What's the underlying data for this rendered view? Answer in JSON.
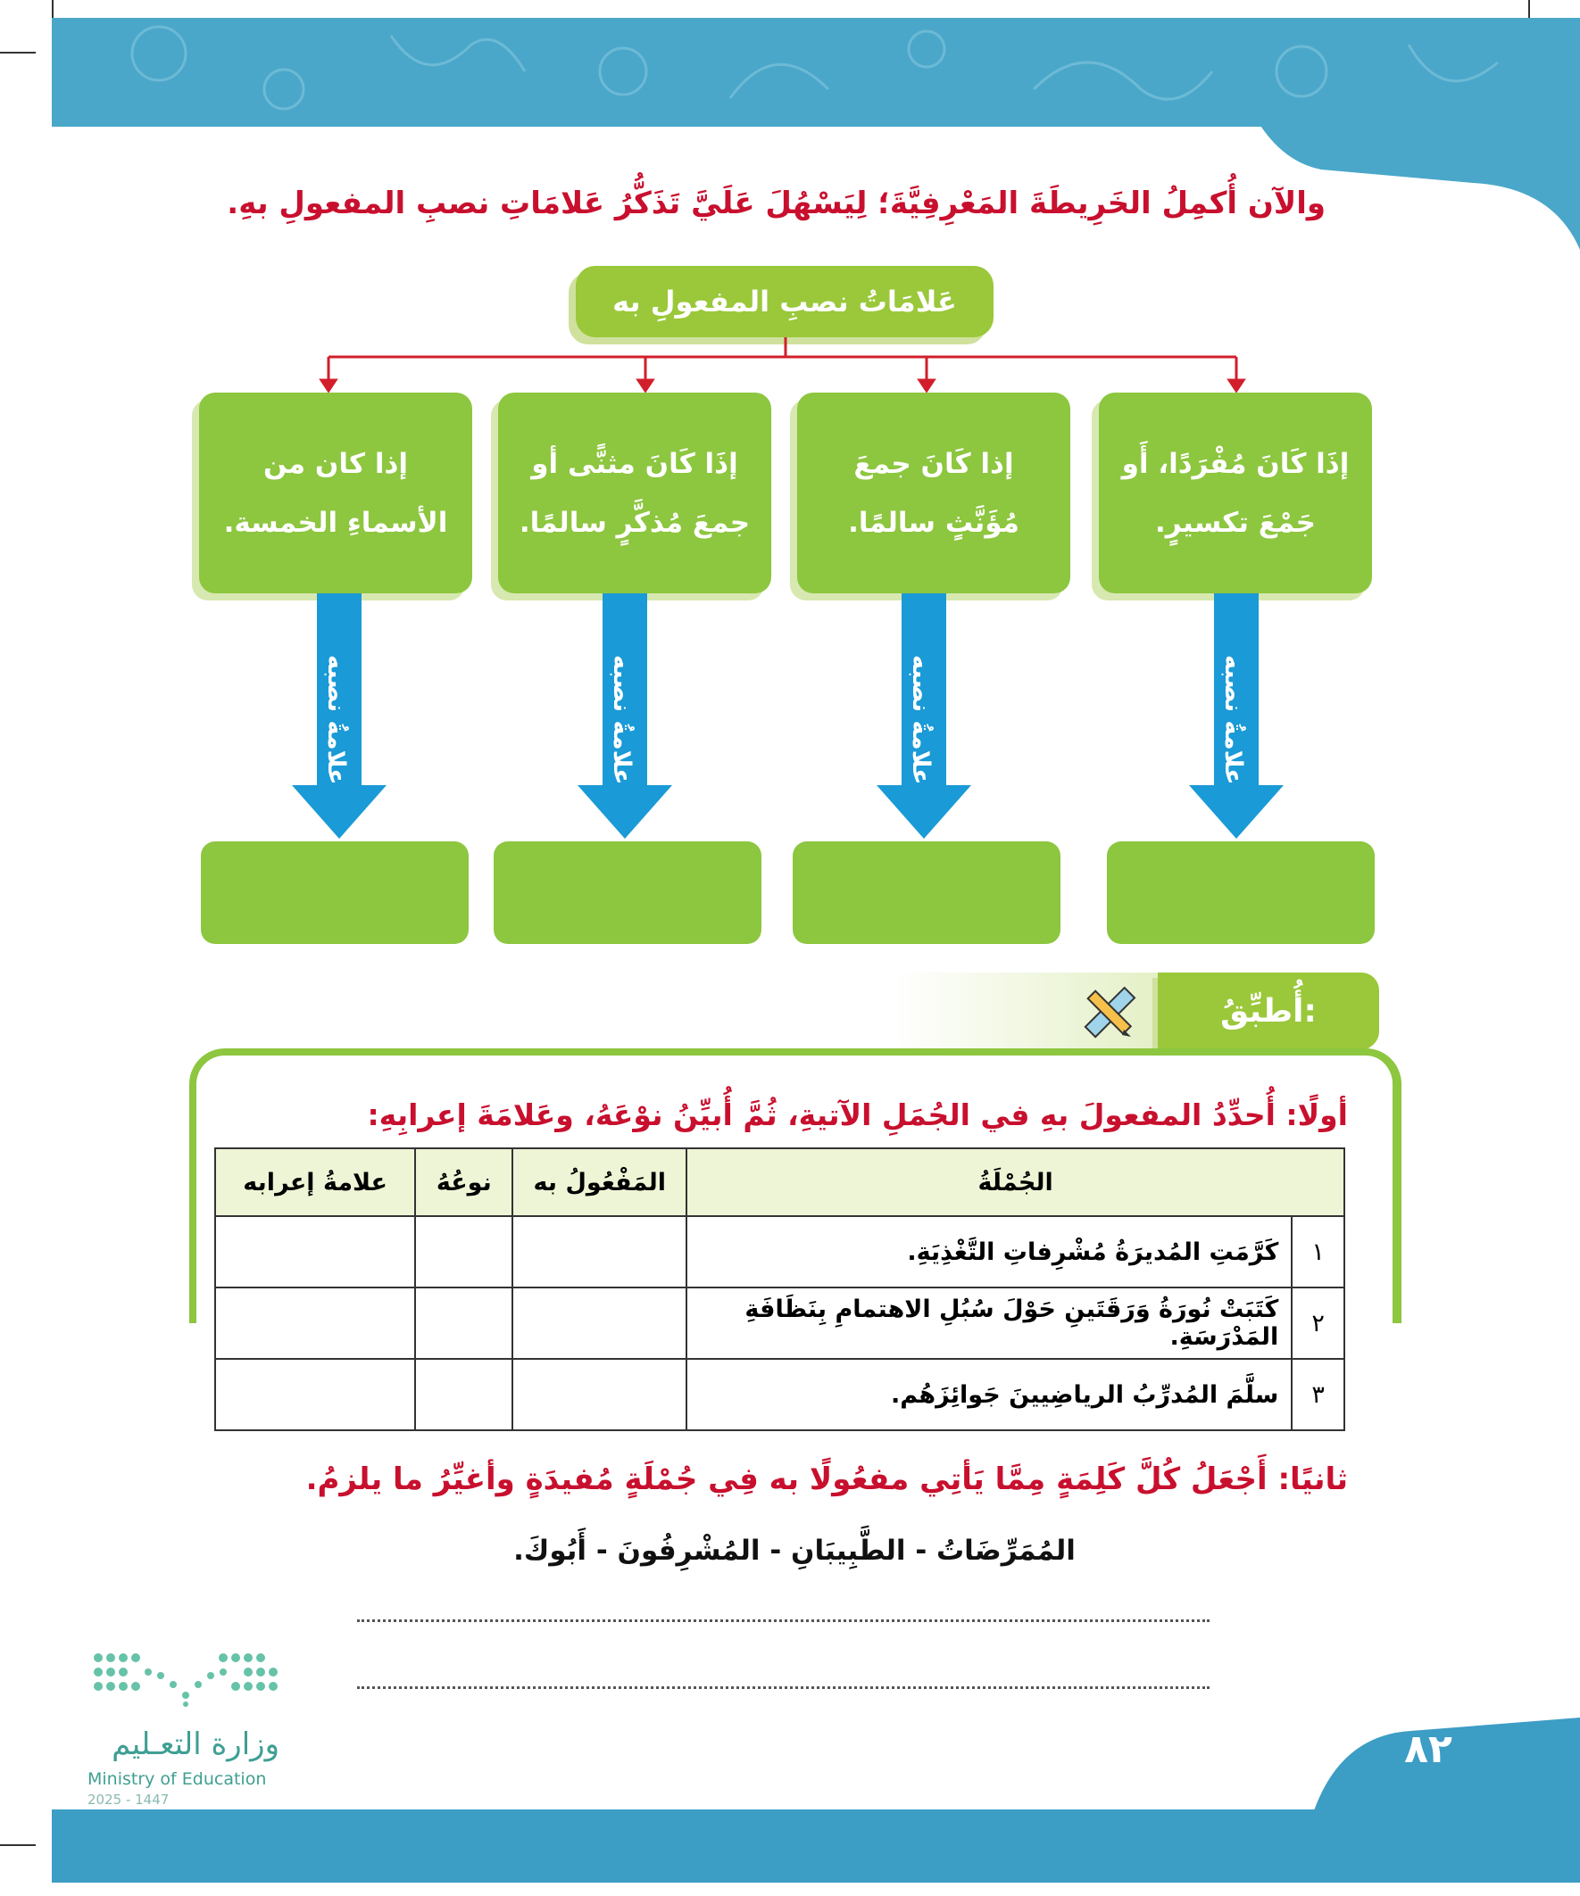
{
  "instruction": "والآن أُكمِلُ الخَرِيطَةَ المَعْرِفِيَّةَ؛ لِيَسْهُلَ عَلَيَّ تَذَكُّرُ عَلامَاتِ نصبِ المفعولِ بهِ.",
  "map": {
    "root": "عَلامَاتُ نصبِ المفعولِ به",
    "cases": [
      "إذَا كَانَ مُفْرَدًا، أَو جَمْعَ تكسيرٍ.",
      "إذا كَانَ جمعَ مُؤَنَّثٍ سالمًا.",
      "إذَا كَانَ مثنًّى أو جمعَ مُذكَّرٍ سالمًا.",
      "إذا كان من الأسماءِ الخمسة."
    ],
    "arrow_label": "علامةُ نصبه"
  },
  "apply": {
    "title": "أُطبِّقُ:"
  },
  "part1": {
    "prompt": "أولًا: أُحدِّدُ المفعولَ بهِ في الجُمَلِ الآتيةِ، ثُمَّ أُبيِّنُ نوْعَهُ، وعَلامَةَ إعرابِهِ:",
    "headers": [
      "الجُمْلَةُ",
      "المَفْعُولُ به",
      "نوعُهُ",
      "علامةُ إعرابه"
    ],
    "rows": [
      {
        "num": "١",
        "sentence": "كَرَّمَتِ المُديرَةُ مُشْرِفاتِ التَّغْذِيَةِ."
      },
      {
        "num": "٢",
        "sentence": "كَتَبَتْ نُورَةُ وَرَقَتَينِ حَوْلَ سُبُلِ الاهتمامِ بِنَظَافَةِ المَدْرَسَةِ."
      },
      {
        "num": "٣",
        "sentence": "سلَّمَ المُدرِّبُ الرياضِيينَ جَوائِزَهُم."
      }
    ]
  },
  "part2": {
    "prompt": "ثانيًا: أَجْعَلُ كُلَّ كَلِمَةٍ مِمَّا يَأتِي مفعُولًا به فِي جُمْلَةٍ مُفيدَةٍ وأغيِّرُ ما يلزمُ.",
    "words": "المُمَرِّضَاتُ - الطَّبِيبَانِ - المُشْرِفُونَ - أَبُوكَ.",
    "answer_lines": 2
  },
  "footer": {
    "ministry_ar": "وزارة التعـليم",
    "ministry_en": "Ministry of Education",
    "year": "2025 - 1447",
    "page_number": "٨٢"
  },
  "colors": {
    "header_blue": "#4aa7c9",
    "box_green": "#8dc63f",
    "arrow_blue": "#1a9ad6",
    "heading_red": "#c8102e"
  }
}
